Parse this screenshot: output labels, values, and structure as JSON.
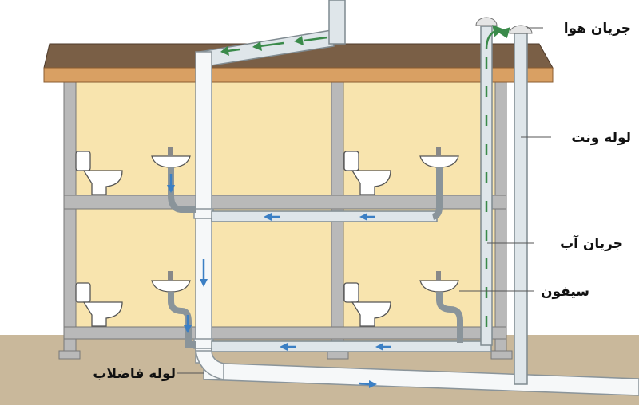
{
  "labels": {
    "air_flow": "جریان هوا",
    "vent_pipe": "لوله ونت",
    "water_flow": "جریان آب",
    "siphon": "سیفون",
    "sewer_pipe": "لوله فاضلاب"
  },
  "colors": {
    "air_arrow": "#3a8a4a",
    "water_arrow": "#3b7fc4",
    "ground": "#c9b89b",
    "roof": "#7a5f46",
    "wall": "#f8e4ae"
  }
}
